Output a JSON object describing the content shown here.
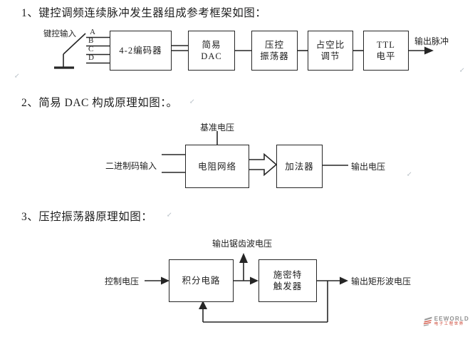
{
  "titles": {
    "section1": "1、键控调频连续脉冲发生器组成参考框架如图：",
    "section2": "2、简易 DAC 构成原理如图：。",
    "section3": "3、压控振荡器原理如图："
  },
  "marks": {
    "return_mark": "↙"
  },
  "diagram1": {
    "input_label": "键控输入",
    "line_labels": {
      "a": "A",
      "b": "B",
      "c": "C",
      "d": "D"
    },
    "blocks": {
      "encoder": "4-2编码器",
      "dac": {
        "line1": "简易",
        "line2": "DAC"
      },
      "vco": {
        "line1": "压控",
        "line2": "振荡器"
      },
      "duty": {
        "line1": "占空比",
        "line2": "调节"
      },
      "ttl": {
        "line1": "TTL",
        "line2": "电平"
      }
    },
    "output_label": "输出脉冲"
  },
  "diagram2": {
    "reference_label": "基准电压",
    "input_label": "二进制码输入",
    "blocks": {
      "resistor_network": "电阻网络",
      "adder": "加法器"
    },
    "output_label": "输出电压"
  },
  "diagram3": {
    "input_label": "控制电压",
    "sawtooth_label": "输出锯齿波电压",
    "blocks": {
      "integrator": "积分电路",
      "schmitt": {
        "line1": "施密特",
        "line2": "触发器"
      }
    },
    "output_label": "输出矩形波电压"
  },
  "logo": {
    "brand": "EEWORLD",
    "subtitle": "电子工程世界"
  },
  "colors": {
    "line": "#262626",
    "text": "#1f1f1f",
    "logo_gray": "#8f8f8f",
    "logo_red": "#cc4433"
  }
}
